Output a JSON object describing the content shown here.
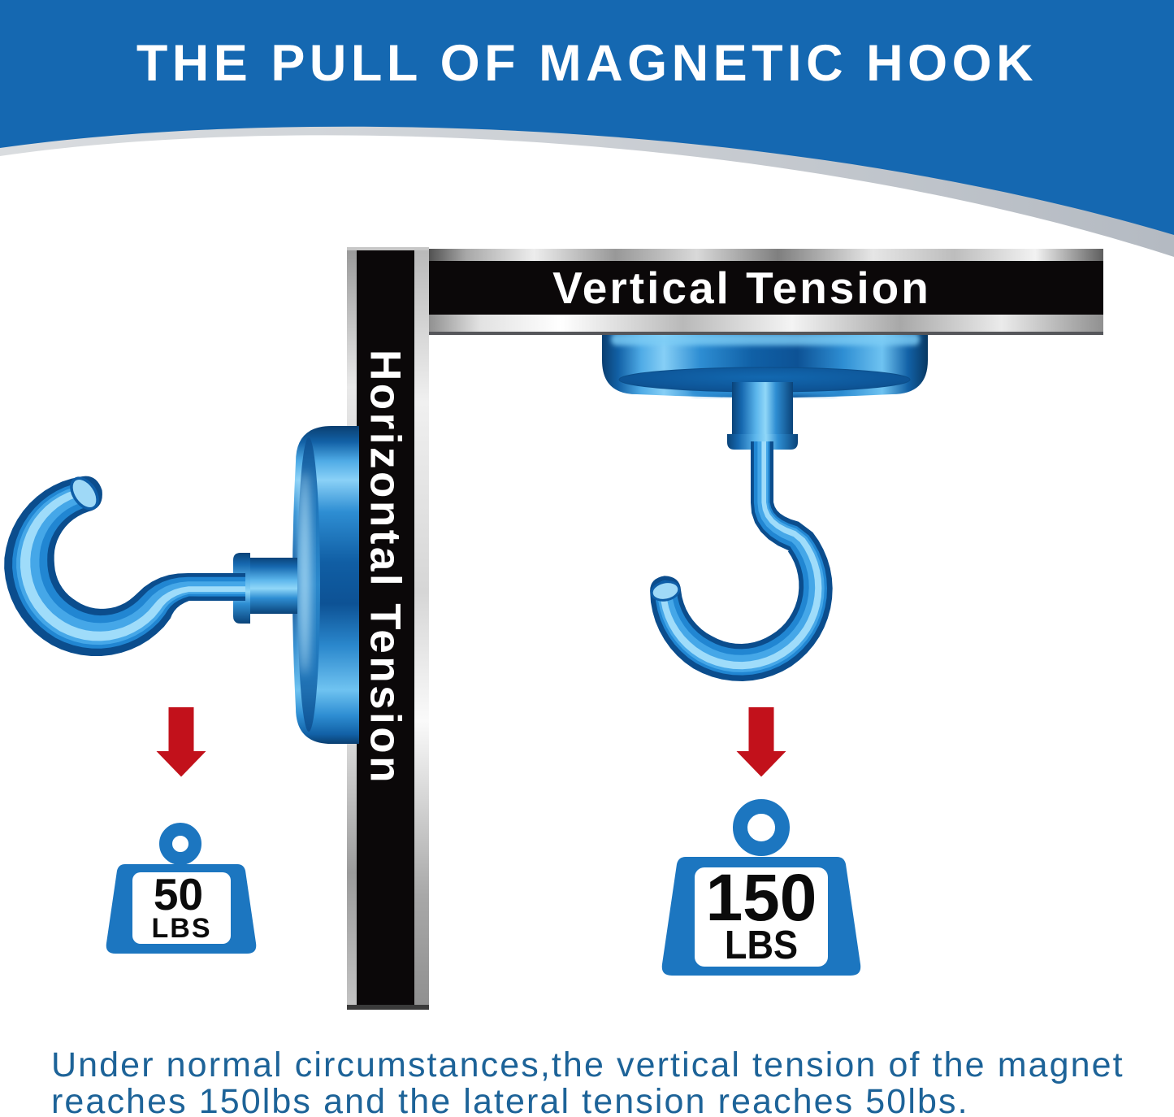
{
  "title": "THE PULL OF MAGNETIC HOOK",
  "beam_labels": {
    "vertical": "Vertical Tension",
    "horizontal": "Horizontal Tension"
  },
  "weights": {
    "left": {
      "value": "50",
      "unit": "LBS"
    },
    "right": {
      "value": "150",
      "unit": "LBS"
    }
  },
  "caption": {
    "line1": "Under normal circumstances,the vertical tension of the magnet",
    "line2": "reaches 150lbs and the lateral tension reaches 50lbs."
  },
  "icons": {
    "left_arrow": "down-arrow-icon",
    "right_arrow": "down-arrow-icon",
    "left_weight": "kettlebell-weight-icon",
    "right_weight": "kettlebell-weight-icon"
  },
  "colors": {
    "banner_blue": "#1568b1",
    "weight_blue": "#1c76c0",
    "arrow_red": "#c2111b",
    "caption_blue": "#1d6398",
    "bar_black": "#0b0809",
    "label_text": "#0b0b0b",
    "title_text": "#ffffff",
    "beam_text": "#ffffff"
  }
}
